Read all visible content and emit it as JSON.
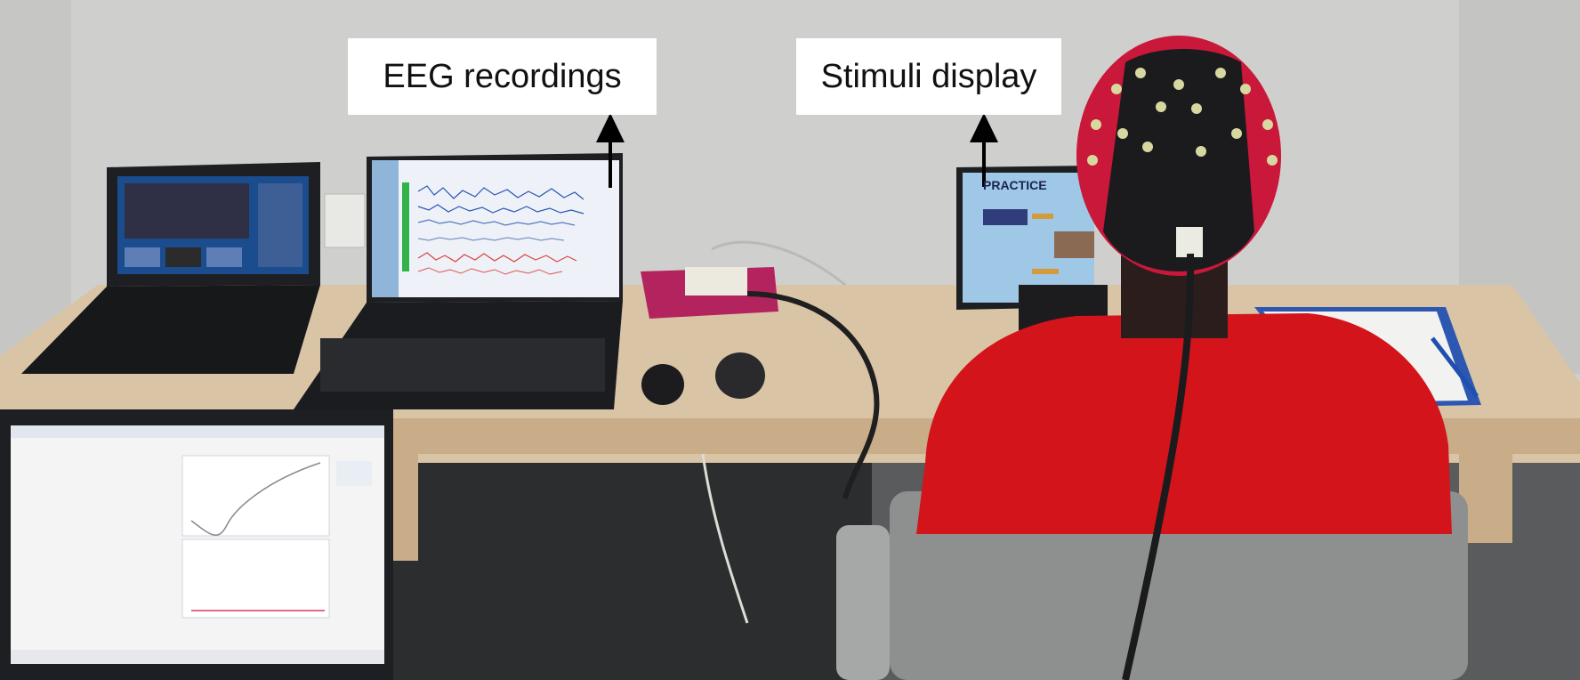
{
  "labels": {
    "eeg_recordings": "EEG recordings",
    "stimuli_display": "Stimuli display",
    "practice_slide_title": "PRACTICE"
  },
  "colors": {
    "wall": "#cfd0cd",
    "desk": "#d9c4a5",
    "desk_edge": "#c8ad88",
    "shirt": "#d3141b",
    "cap_red": "#c9183a",
    "cap_black": "#1b1b1e",
    "chair": "#8e908f",
    "eeg_trace_blue": "#2a55b5",
    "eeg_trace_red": "#d8453f",
    "amplifier": "#b3245e",
    "laptop_body": "#1e1f22",
    "screen_blue": "#1b4c8e",
    "stimuli_screen": "#9fc7e6",
    "arrow": "#000000",
    "callout_bg": "#ffffff"
  },
  "icons": {
    "arrow": "arrow-up-icon"
  }
}
